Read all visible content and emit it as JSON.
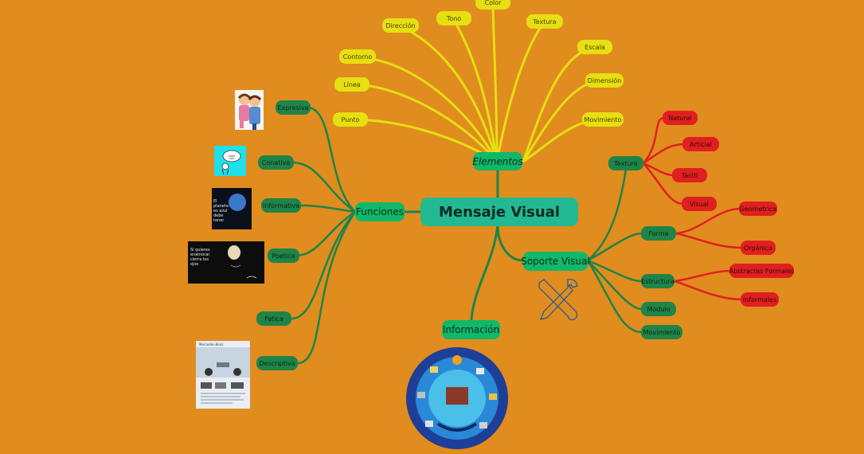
{
  "central": {
    "label": "Mensaje Visual"
  },
  "branches": {
    "elementos": "Elementos",
    "funciones": "Funciones",
    "soporte": "Soporte Visual",
    "informacion": "Información"
  },
  "elementos_items": [
    "Color",
    "Tono",
    "Dirección",
    "Textura",
    "Contorno",
    "Escala",
    "Línea",
    "Dimensión",
    "Punto",
    "Movimiento"
  ],
  "funciones_items": [
    "Expresiva",
    "Conativa",
    "Informativa",
    "Poetica",
    "Fatica",
    "Descriptiva"
  ],
  "soporte_items": {
    "textura": "Textura",
    "textura_children": [
      "Natural",
      "Articial",
      "Tactil",
      "Visual"
    ],
    "forma": "Forma",
    "forma_children": [
      "Geometrica",
      "Orgánica"
    ],
    "estructura": "Estructura",
    "estructura_children": [
      "Abstractas Formales",
      "Informales"
    ],
    "modulo": "Modulo",
    "movimiento": "Movimiento"
  },
  "images": {
    "informativa_text": "El planeta es azul debe tener",
    "poetica_text": "Si quieres enamorar cierra los ojos",
    "descriptiva_text": "Mercedes-Benz"
  },
  "colors": {
    "background": "#E08C1F",
    "yellow_branch": "#E6DF12",
    "green_branch": "#1E8449",
    "red_branch": "#E02020",
    "central": "#22B992"
  }
}
